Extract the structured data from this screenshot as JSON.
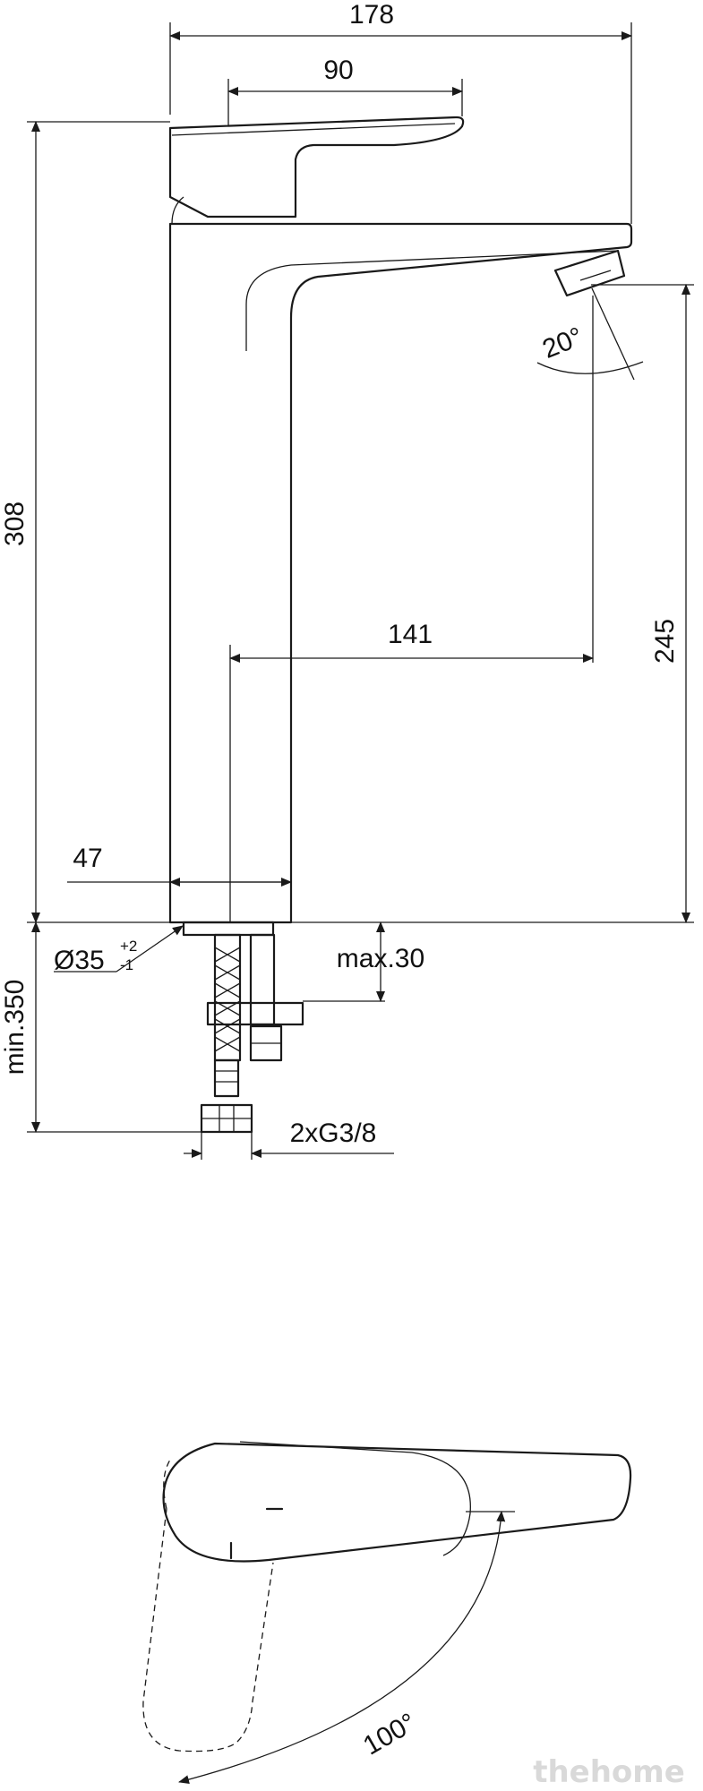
{
  "dimensions": {
    "total_width": "178",
    "handle_width": "90",
    "total_height": "308",
    "spout_reach": "141",
    "spout_height": "245",
    "body_diameter": "47",
    "spout_angle": "20°",
    "hole_diameter": "Ø35",
    "hole_tol_plus": "+2",
    "hole_tol_minus": "-1",
    "max_thickness": "max.30",
    "min_length": "min.350",
    "connection": "2xG3/8",
    "lever_rotation": "100°"
  },
  "watermark": "thehome",
  "colors": {
    "line": "#1a1a1a",
    "background": "#ffffff"
  }
}
